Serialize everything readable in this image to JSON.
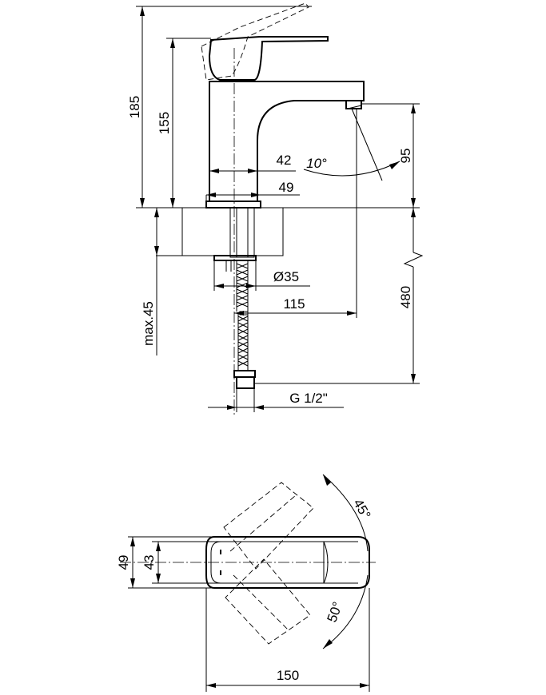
{
  "side_view": {
    "total_height": "185",
    "body_height": "155",
    "base_width": "42",
    "tilt_angle": "10°",
    "flange_width": "49",
    "spout_height": "95",
    "thread_diameter": "Ø35",
    "spout_reach": "115",
    "hose_length": "480",
    "max_counter_thickness": "max.45",
    "connection_thread": "G 1/2\""
  },
  "top_view": {
    "overall_width": "49",
    "handle_width": "43",
    "rotation_left": "45°",
    "rotation_right": "50°",
    "overall_length": "150"
  }
}
